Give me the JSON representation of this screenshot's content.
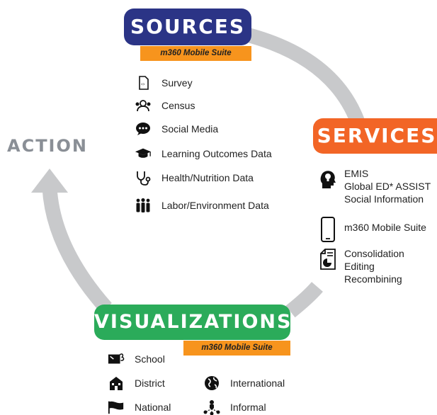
{
  "sources": {
    "title": "SOURCES",
    "tag": "m360 Mobile Suite",
    "items": [
      {
        "label": "Survey",
        "icon": "survey-icon"
      },
      {
        "label": "Census",
        "icon": "census-icon"
      },
      {
        "label": "Social Media",
        "icon": "social-media-icon"
      },
      {
        "label": "Learning Outcomes Data",
        "icon": "graduation-cap-icon"
      },
      {
        "label": "Health/Nutrition Data",
        "icon": "stethoscope-icon"
      },
      {
        "label": "Labor/Environment Data",
        "icon": "people-group-icon"
      }
    ]
  },
  "services": {
    "title": "SERVICES",
    "groups": [
      {
        "icon": "head-lightbulb-icon",
        "lines": [
          "EMIS",
          "Global ED* ASSIST",
          "Social Information"
        ]
      },
      {
        "icon": "mobile-device-icon",
        "lines": [
          "m360 Mobile Suite"
        ]
      },
      {
        "icon": "report-chart-icon",
        "lines": [
          "Consolidation",
          "Editing",
          "Recombining"
        ]
      }
    ]
  },
  "action": {
    "title": "ACTION"
  },
  "visualizations": {
    "title": "VISUALIZATIONS",
    "tag": "m360 Mobile Suite",
    "items": [
      {
        "label": "School",
        "icon": "school-icon"
      },
      {
        "label": "District",
        "icon": "district-icon"
      },
      {
        "label": "National",
        "icon": "flag-icon"
      },
      {
        "label": "International",
        "icon": "globe-icon"
      },
      {
        "label": "Informal",
        "icon": "network-icon"
      }
    ]
  },
  "colors": {
    "sources": "#2b3486",
    "services": "#f26526",
    "visualizations": "#2bab5a",
    "tag": "#f7941d",
    "ring": "#c8c9cb",
    "action": "#8a8f96"
  }
}
